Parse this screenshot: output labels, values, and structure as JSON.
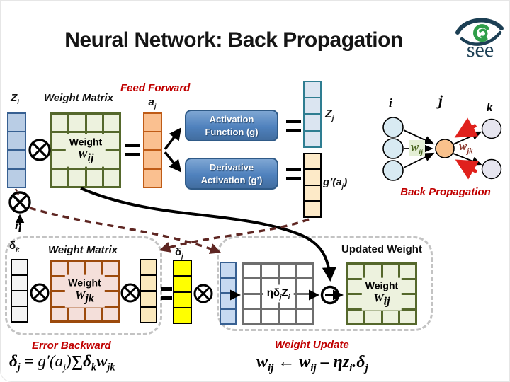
{
  "title": "Neural Network: Back Propagation",
  "logo": {
    "text": "see"
  },
  "colors": {
    "accent_red": "#c00000",
    "box_blue": "#4f81bd",
    "matrix_green_fill": "#edf2de",
    "matrix_green_line": "#55682c",
    "matrix_pink_fill": "#f4dfda",
    "matrix_pink_line": "#9c4a0c",
    "vector_blue_fill": "#b9cde5",
    "vector_orange_fill": "#fac090",
    "vector_yellow": "#ffff00",
    "node_orange": "#f9c18c",
    "red_arrow": "#e0211c",
    "maroon_dash": "#5e2622"
  },
  "feed_forward": {
    "label": "Feed Forward",
    "zi": {
      "base": "Z",
      "sub": "i"
    },
    "weight_matrix_title": "Weight Matrix",
    "aj": {
      "base": "a",
      "sub": "j"
    },
    "weight_matrix": {
      "line1": "Weight",
      "symbol": "W",
      "sub": "ij"
    },
    "activation_box": {
      "line1": "Activation",
      "line2": "Function (g)"
    },
    "derivative_box": {
      "line1": "Derivative",
      "line2": "Activation (g’)"
    },
    "zj": {
      "base": "Z",
      "sub": "j"
    },
    "g_aj": {
      "pre": "g’(a",
      "sub": "j",
      "post": ")"
    },
    "eta": "η"
  },
  "network": {
    "node_i_label": "i",
    "node_j_label": "j",
    "node_k_label": "k",
    "w_ij": {
      "base": "w",
      "sub": "ij"
    },
    "w_jk": {
      "base": "w",
      "sub": "jk"
    },
    "back_propagation_label": "Back Propagation"
  },
  "error_backward": {
    "delta_k": {
      "base": "δ",
      "sub": "k"
    },
    "weight_matrix_title": "Weight Matrix",
    "weight_matrix": {
      "line1": "Weight",
      "symbol": "W",
      "sub": "jk"
    },
    "delta_j": {
      "base": "δ",
      "sub": "j"
    },
    "label": "Error Backward",
    "formula": {
      "d": "δ",
      "ds": "j",
      "eq": " = ",
      "g": "g′(a",
      "gs": "j",
      "gc": ")",
      "sum": "∑",
      "dk": "δ",
      "dks": "k",
      "w": "w",
      "ws": "jk"
    }
  },
  "weight_update": {
    "title": "Updated Weight",
    "product": {
      "p1": "ηδ",
      "s1": "j",
      "p2": "Z",
      "s2": "i"
    },
    "weight_matrix": {
      "line1": "Weight",
      "symbol": "W",
      "sub": "ij"
    },
    "label": "Weight Update",
    "formula": {
      "w1": "w",
      "w1s": "ij",
      "arr": " ← ",
      "w2": "w",
      "w2s": "ij",
      "min": " – ",
      "ez": "ηz",
      "ezs": "i",
      "dd": ".δ",
      "dds": "j"
    }
  }
}
